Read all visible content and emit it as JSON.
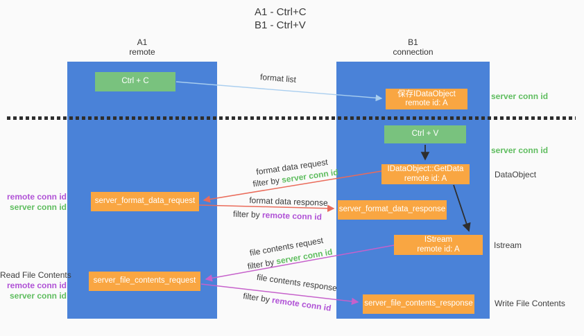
{
  "title": {
    "line1": "A1 - Ctrl+C",
    "line2": "B1 - Ctrl+V"
  },
  "lifelines": {
    "left": {
      "name": "A1",
      "role": "remote"
    },
    "right": {
      "name": "B1",
      "role": "connection"
    }
  },
  "nodes": {
    "ctrl_c": {
      "label": "Ctrl + C"
    },
    "ctrl_v": {
      "label": "Ctrl + V"
    },
    "save_dataobject": {
      "line1": "保存IDataObject",
      "line2": "remote id: A"
    },
    "getdata": {
      "line1": "IDataObject::GetData",
      "line2": "remote id: A"
    },
    "format_request": {
      "label": "server_format_data_request"
    },
    "format_response": {
      "label": "server_format_data_response"
    },
    "istream": {
      "line1": "IStream",
      "line2": "remote id: A"
    },
    "file_request": {
      "label": "server_file_contents_request"
    },
    "file_response": {
      "label": "server_file_contents_response"
    }
  },
  "arrows": {
    "format_list": {
      "label": "format list"
    },
    "format_data_request": {
      "label": "format data request",
      "filter_prefix": "filter by",
      "filter_key": "server conn id"
    },
    "format_data_response": {
      "label": "format data response",
      "filter_prefix": "filter by",
      "filter_key": "remote conn id"
    },
    "file_contents_request": {
      "label": "file contents request",
      "filter_prefix": "filter by",
      "filter_key": "server conn id"
    },
    "file_contents_response": {
      "label": "file contents response",
      "filter_prefix": "filter by",
      "filter_key": "remote conn id"
    }
  },
  "side_labels": {
    "left_top": {
      "remote": "remote conn id",
      "server": "server conn id"
    },
    "left_bottom": {
      "title": "Read File Contents",
      "remote": "remote conn id",
      "server": "server conn id"
    },
    "right": {
      "server_conn_id_1": "server conn id",
      "server_conn_id_2": "server conn id",
      "dataobject": "DataObject",
      "istream": "Istream",
      "write_file_contents": "Write File Contents"
    }
  },
  "colors": {
    "column_blue": "#4A82D8",
    "node_orange": "#F9A642",
    "node_green": "#79C27E",
    "server_conn_green": "#5FBD5F",
    "remote_conn_purple": "#B052D6",
    "arrow_red": "#EA6B5A",
    "arrow_magenta": "#C661CB",
    "arrow_lightblue": "#A9CEEF",
    "arrow_black": "#2E2E2E",
    "divider_black": "#2E2E2E"
  }
}
